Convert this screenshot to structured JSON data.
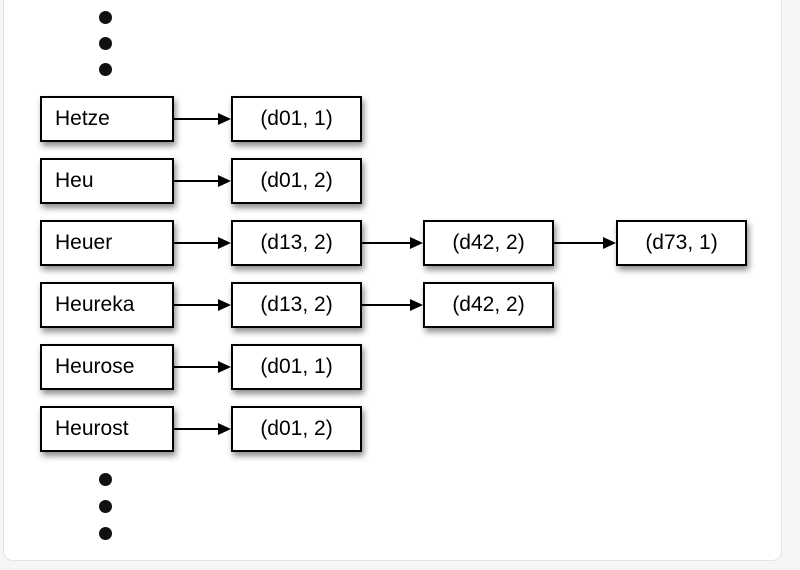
{
  "diagram": {
    "kind": "inverted-index-posting-lists",
    "rows": [
      {
        "term": "Hetze",
        "postings": [
          "(d01, 1)"
        ]
      },
      {
        "term": "Heu",
        "postings": [
          "(d01, 2)"
        ]
      },
      {
        "term": "Heuer",
        "postings": [
          "(d13, 2)",
          "(d42, 2)",
          "(d73, 1)"
        ]
      },
      {
        "term": "Heureka",
        "postings": [
          "(d13, 2)",
          "(d42, 2)"
        ]
      },
      {
        "term": "Heurose",
        "postings": [
          "(d01, 1)"
        ]
      },
      {
        "term": "Heurost",
        "postings": [
          "(d01, 2)"
        ]
      }
    ],
    "ellipses": {
      "top_count": 3,
      "bottom_count": 3
    }
  },
  "colors": {
    "box_border": "#000000",
    "box_fill": "#ffffff",
    "text": "#000000",
    "arrow": "#000000",
    "dot": "#111111",
    "canvas": "#ffffff",
    "page_background": "#f6f6f7"
  }
}
